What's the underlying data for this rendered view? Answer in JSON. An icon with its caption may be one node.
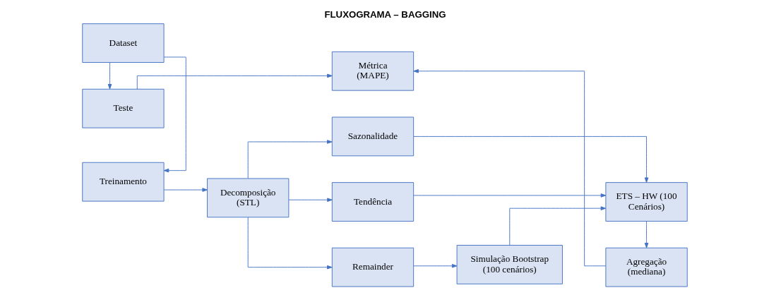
{
  "diagram": {
    "title": "FLUXOGRAMA – BAGGING",
    "nodes": [
      {
        "text": [
          "Treinamento"
        ]
      },
      {
        "text": [
          "Dataset"
        ]
      },
      {
        "text": [
          "Teste"
        ]
      },
      {
        "text": [
          "Decomposição (STL)"
        ]
      },
      {
        "text": [
          "Sazonalidade"
        ]
      },
      {
        "text": [
          "Tendência"
        ]
      },
      {
        "text": [
          "Remainder"
        ]
      },
      {
        "text": [
          "Simulação Bootstrap (100 cenários)"
        ]
      },
      {
        "text": [
          "ETS – HW (100 Cenários)"
        ]
      },
      {
        "text": [
          "Agregação (mediana)"
        ]
      },
      {
        "text": [
          "Métrica (MAPE)"
        ]
      }
    ],
    "edges": [
      {
        "from": 1,
        "to": 0,
        "arrow": "to"
      },
      {
        "from": 1,
        "to": 2,
        "arrow": "to"
      },
      {
        "from": 0,
        "to": 3,
        "arrow": "to"
      },
      {
        "from": 3,
        "to": 4,
        "arrow": "to"
      },
      {
        "from": 3,
        "to": 5,
        "arrow": "to"
      },
      {
        "from": 3,
        "to": 6,
        "arrow": "to"
      },
      {
        "from": 6,
        "to": 7,
        "arrow": "to"
      },
      {
        "from": 7,
        "to": 8,
        "arrow": "to"
      },
      {
        "from": 4,
        "to": 8,
        "arrow": "to"
      },
      {
        "from": 5,
        "to": 8,
        "arrow": "to"
      },
      {
        "from": 8,
        "to": 9,
        "arrow": "to"
      },
      {
        "from": 9,
        "to": 10,
        "arrow": "to"
      },
      {
        "from": 2,
        "to": 10,
        "arrow": "to"
      }
    ]
  }
}
